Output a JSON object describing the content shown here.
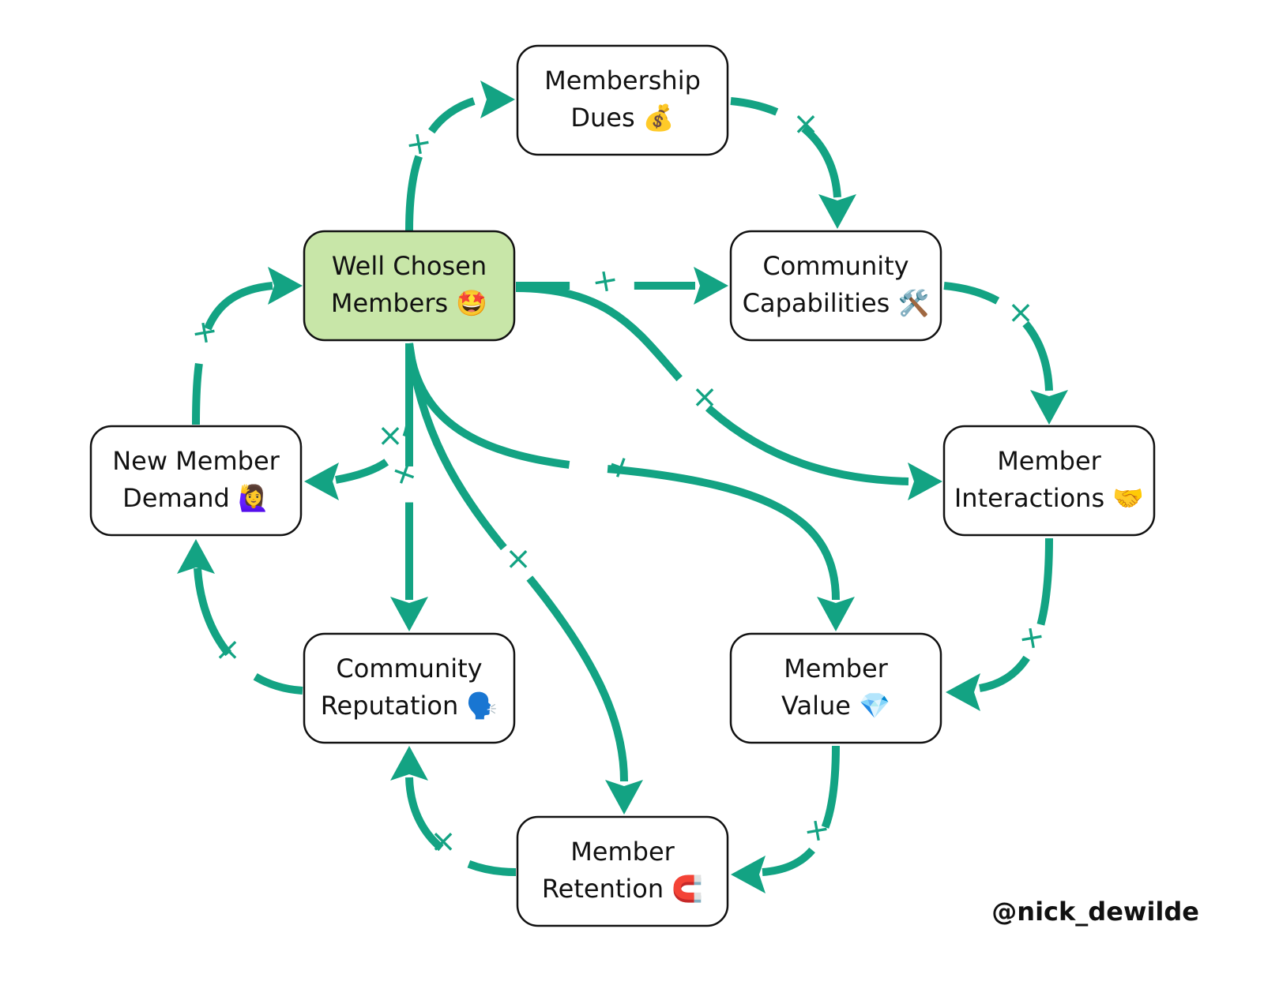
{
  "title": "Community growth loop diagram",
  "colors": {
    "edge": "#13a383",
    "highlight_fill": "#c8e6a8",
    "node_fill": "#ffffff",
    "node_stroke": "#111111"
  },
  "nodes": [
    {
      "id": "membership-dues",
      "lines": [
        "Membership",
        "Dues 💰"
      ],
      "icon": "money-bag-icon",
      "highlight": false
    },
    {
      "id": "well-chosen-members",
      "lines": [
        "Well Chosen",
        "Members 🤩"
      ],
      "icon": "star-struck-face-icon",
      "highlight": true
    },
    {
      "id": "community-capabilities",
      "lines": [
        "Community",
        "Capabilities 🛠️"
      ],
      "icon": "hammer-wrench-icon",
      "highlight": false
    },
    {
      "id": "new-member-demand",
      "lines": [
        "New Member",
        "Demand 🙋‍♀️"
      ],
      "icon": "raising-hand-icon",
      "highlight": false
    },
    {
      "id": "member-interactions",
      "lines": [
        "Member",
        "Interactions 🤝"
      ],
      "icon": "handshake-icon",
      "highlight": false
    },
    {
      "id": "community-reputation",
      "lines": [
        "Community",
        "Reputation 🗣️"
      ],
      "icon": "speaking-head-icon",
      "highlight": false
    },
    {
      "id": "member-value",
      "lines": [
        "Member",
        "Value 💎"
      ],
      "icon": "gem-icon",
      "highlight": false
    },
    {
      "id": "member-retention",
      "lines": [
        "Member",
        "Retention 🧲"
      ],
      "icon": "magnet-icon",
      "highlight": false
    }
  ],
  "edges": [
    {
      "from": "well-chosen-members",
      "to": "membership-dues",
      "sign": "+"
    },
    {
      "from": "membership-dues",
      "to": "community-capabilities",
      "sign": "×"
    },
    {
      "from": "well-chosen-members",
      "to": "community-capabilities",
      "sign": "+"
    },
    {
      "from": "community-capabilities",
      "to": "member-interactions",
      "sign": "×"
    },
    {
      "from": "well-chosen-members",
      "to": "member-interactions",
      "sign": "×"
    },
    {
      "from": "new-member-demand",
      "to": "well-chosen-members",
      "sign": "+"
    },
    {
      "from": "well-chosen-members",
      "to": "new-member-demand",
      "sign": "×"
    },
    {
      "from": "well-chosen-members",
      "to": "community-reputation",
      "sign": "+"
    },
    {
      "from": "well-chosen-members",
      "to": "member-value",
      "sign": "+"
    },
    {
      "from": "well-chosen-members",
      "to": "member-retention",
      "sign": "×"
    },
    {
      "from": "member-interactions",
      "to": "member-value",
      "sign": "+"
    },
    {
      "from": "community-reputation",
      "to": "new-member-demand",
      "sign": "×"
    },
    {
      "from": "member-value",
      "to": "member-retention",
      "sign": "+"
    },
    {
      "from": "member-retention",
      "to": "community-reputation",
      "sign": "×"
    }
  ],
  "credit": "@nick_dewilde"
}
